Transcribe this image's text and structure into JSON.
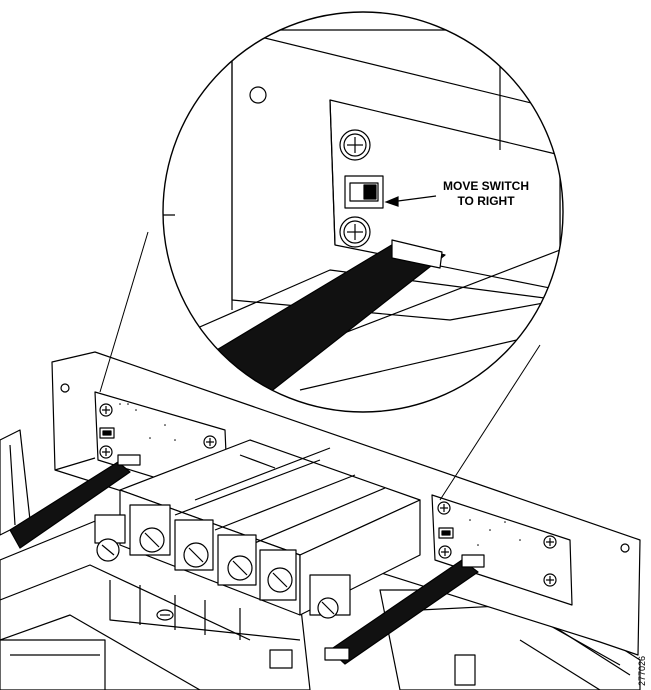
{
  "callout": {
    "line1": "MOVE SWITCH",
    "line2": "TO RIGHT"
  },
  "figure_id": "277026",
  "colors": {
    "ink": "#000000",
    "paper": "#ffffff",
    "cable": "#111111"
  }
}
